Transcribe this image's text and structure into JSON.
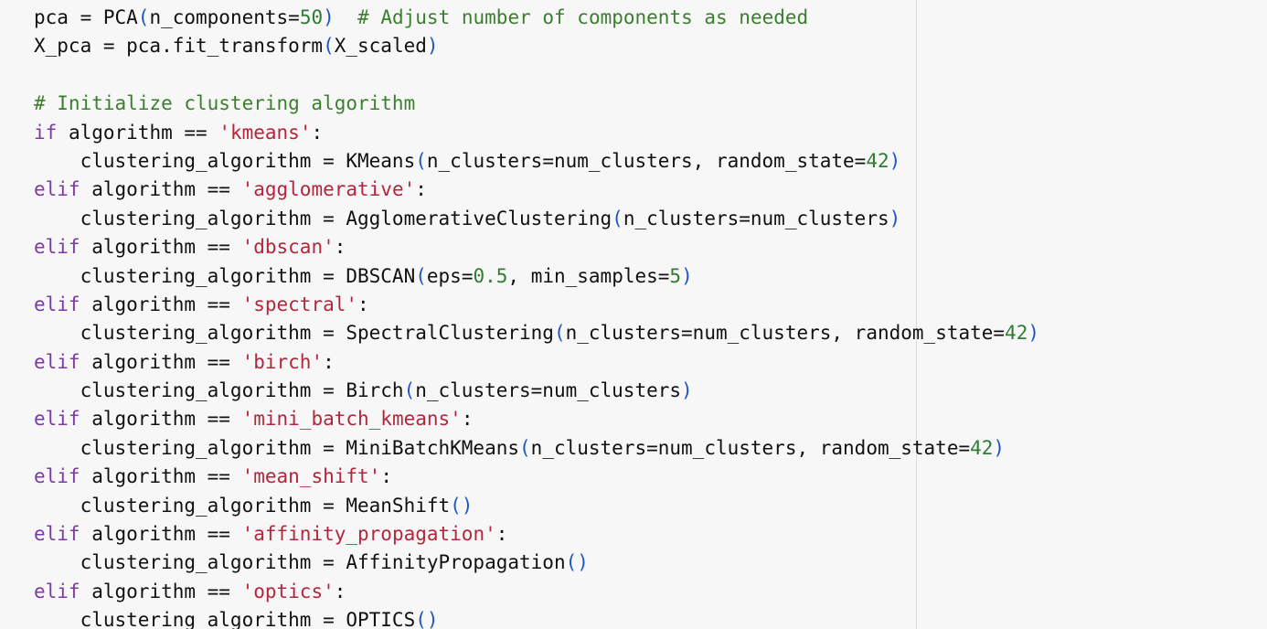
{
  "editor": {
    "lines": [
      [
        {
          "t": "pca = PCA",
          "c": "plain"
        },
        {
          "t": "(",
          "c": "paren"
        },
        {
          "t": "n_components=",
          "c": "plain"
        },
        {
          "t": "50",
          "c": "num"
        },
        {
          "t": ")",
          "c": "paren"
        },
        {
          "t": "  ",
          "c": "plain"
        },
        {
          "t": "# Adjust number of components as needed",
          "c": "com"
        }
      ],
      [
        {
          "t": "X_pca = pca.fit_transform",
          "c": "plain"
        },
        {
          "t": "(",
          "c": "paren"
        },
        {
          "t": "X_scaled",
          "c": "plain"
        },
        {
          "t": ")",
          "c": "paren"
        }
      ],
      [],
      [
        {
          "t": "# Initialize clustering algorithm",
          "c": "com"
        }
      ],
      [
        {
          "t": "if",
          "c": "kw"
        },
        {
          "t": " algorithm == ",
          "c": "plain"
        },
        {
          "t": "'kmeans'",
          "c": "str"
        },
        {
          "t": ":",
          "c": "plain"
        }
      ],
      [
        {
          "t": "    clustering_algorithm = KMeans",
          "c": "plain"
        },
        {
          "t": "(",
          "c": "paren"
        },
        {
          "t": "n_clusters=num_clusters, random_state=",
          "c": "plain"
        },
        {
          "t": "42",
          "c": "num"
        },
        {
          "t": ")",
          "c": "paren"
        }
      ],
      [
        {
          "t": "elif",
          "c": "kw"
        },
        {
          "t": " algorithm == ",
          "c": "plain"
        },
        {
          "t": "'agglomerative'",
          "c": "str"
        },
        {
          "t": ":",
          "c": "plain"
        }
      ],
      [
        {
          "t": "    clustering_algorithm = AgglomerativeClustering",
          "c": "plain"
        },
        {
          "t": "(",
          "c": "paren"
        },
        {
          "t": "n_clusters=num_clusters",
          "c": "plain"
        },
        {
          "t": ")",
          "c": "paren"
        }
      ],
      [
        {
          "t": "elif",
          "c": "kw"
        },
        {
          "t": " algorithm == ",
          "c": "plain"
        },
        {
          "t": "'dbscan'",
          "c": "str"
        },
        {
          "t": ":",
          "c": "plain"
        }
      ],
      [
        {
          "t": "    clustering_algorithm = DBSCAN",
          "c": "plain"
        },
        {
          "t": "(",
          "c": "paren"
        },
        {
          "t": "eps=",
          "c": "plain"
        },
        {
          "t": "0.5",
          "c": "num"
        },
        {
          "t": ", min_samples=",
          "c": "plain"
        },
        {
          "t": "5",
          "c": "num"
        },
        {
          "t": ")",
          "c": "paren"
        }
      ],
      [
        {
          "t": "elif",
          "c": "kw"
        },
        {
          "t": " algorithm == ",
          "c": "plain"
        },
        {
          "t": "'spectral'",
          "c": "str"
        },
        {
          "t": ":",
          "c": "plain"
        }
      ],
      [
        {
          "t": "    clustering_algorithm = SpectralClustering",
          "c": "plain"
        },
        {
          "t": "(",
          "c": "paren"
        },
        {
          "t": "n_clusters=num_clusters, random_state=",
          "c": "plain"
        },
        {
          "t": "42",
          "c": "num"
        },
        {
          "t": ")",
          "c": "paren"
        }
      ],
      [
        {
          "t": "elif",
          "c": "kw"
        },
        {
          "t": " algorithm == ",
          "c": "plain"
        },
        {
          "t": "'birch'",
          "c": "str"
        },
        {
          "t": ":",
          "c": "plain"
        }
      ],
      [
        {
          "t": "    clustering_algorithm = Birch",
          "c": "plain"
        },
        {
          "t": "(",
          "c": "paren"
        },
        {
          "t": "n_clusters=num_clusters",
          "c": "plain"
        },
        {
          "t": ")",
          "c": "paren"
        }
      ],
      [
        {
          "t": "elif",
          "c": "kw"
        },
        {
          "t": " algorithm == ",
          "c": "plain"
        },
        {
          "t": "'mini_batch_kmeans'",
          "c": "str"
        },
        {
          "t": ":",
          "c": "plain"
        }
      ],
      [
        {
          "t": "    clustering_algorithm = MiniBatchKMeans",
          "c": "plain"
        },
        {
          "t": "(",
          "c": "paren"
        },
        {
          "t": "n_clusters=num_clusters, random_state=",
          "c": "plain"
        },
        {
          "t": "42",
          "c": "num"
        },
        {
          "t": ")",
          "c": "paren"
        }
      ],
      [
        {
          "t": "elif",
          "c": "kw"
        },
        {
          "t": " algorithm == ",
          "c": "plain"
        },
        {
          "t": "'mean_shift'",
          "c": "str"
        },
        {
          "t": ":",
          "c": "plain"
        }
      ],
      [
        {
          "t": "    clustering_algorithm = MeanShift",
          "c": "plain"
        },
        {
          "t": "()",
          "c": "paren"
        }
      ],
      [
        {
          "t": "elif",
          "c": "kw"
        },
        {
          "t": " algorithm == ",
          "c": "plain"
        },
        {
          "t": "'affinity_propagation'",
          "c": "str"
        },
        {
          "t": ":",
          "c": "plain"
        }
      ],
      [
        {
          "t": "    clustering_algorithm = AffinityPropagation",
          "c": "plain"
        },
        {
          "t": "()",
          "c": "paren"
        }
      ],
      [
        {
          "t": "elif",
          "c": "kw"
        },
        {
          "t": " algorithm == ",
          "c": "plain"
        },
        {
          "t": "'optics'",
          "c": "str"
        },
        {
          "t": ":",
          "c": "plain"
        }
      ],
      [
        {
          "t": "    clustering_algorithm = OPTICS",
          "c": "plain"
        },
        {
          "t": "()",
          "c": "paren"
        }
      ]
    ]
  },
  "colors": {
    "background": "#f7f7f7",
    "keyword": "#7c3aa6",
    "string": "#b3263b",
    "number": "#2f7d32",
    "comment": "#3a7f2e",
    "paren": "#1f55c4",
    "ruler": "#dcdcdc"
  }
}
